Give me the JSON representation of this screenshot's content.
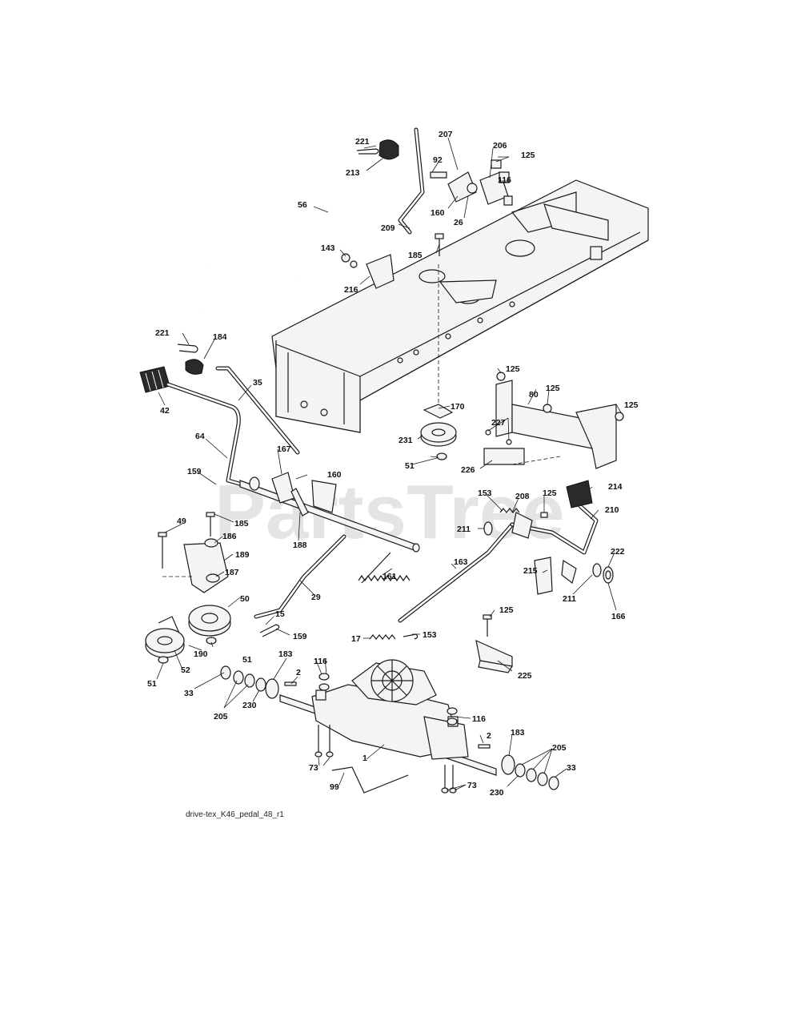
{
  "diagram": {
    "caption": "drive-tex_K46_pedal_48_r1",
    "watermark": "PartsTree",
    "callouts": {
      "c1": "1",
      "c2a": "2",
      "c2b": "2",
      "c15": "15",
      "c17": "17",
      "c26": "26",
      "c29": "29",
      "c33a": "33",
      "c33b": "33",
      "c35": "35",
      "c42": "42",
      "c49": "49",
      "c50": "50",
      "c51a": "51",
      "c51b": "51",
      "c51c": "51",
      "c52": "52",
      "c56": "56",
      "c64": "64",
      "c73a": "73",
      "c73b": "73",
      "c80": "80",
      "c92": "92",
      "c99": "99",
      "c116a": "116",
      "c116b": "116",
      "c116c": "116",
      "c125a": "125",
      "c125b": "125",
      "c125c": "125",
      "c125d": "125",
      "c125e": "125",
      "c125f": "125",
      "c143": "143",
      "c153a": "153",
      "c153b": "153",
      "c159a": "159",
      "c159b": "159",
      "c160a": "160",
      "c160b": "160",
      "c161": "161",
      "c163": "163",
      "c166": "166",
      "c167": "167",
      "c170": "170",
      "c183a": "183",
      "c183b": "183",
      "c184": "184",
      "c185a": "185",
      "c185b": "185",
      "c186": "186",
      "c187": "187",
      "c188": "188",
      "c189": "189",
      "c190": "190",
      "c205a": "205",
      "c205b": "205",
      "c206": "206",
      "c207": "207",
      "c208": "208",
      "c209": "209",
      "c210": "210",
      "c211a": "211",
      "c211b": "211",
      "c213": "213",
      "c214": "214",
      "c215": "215",
      "c216": "216",
      "c221a": "221",
      "c221b": "221",
      "c222": "222",
      "c225": "225",
      "c226": "226",
      "c227": "227",
      "c230a": "230",
      "c230b": "230",
      "c231": "231"
    }
  }
}
